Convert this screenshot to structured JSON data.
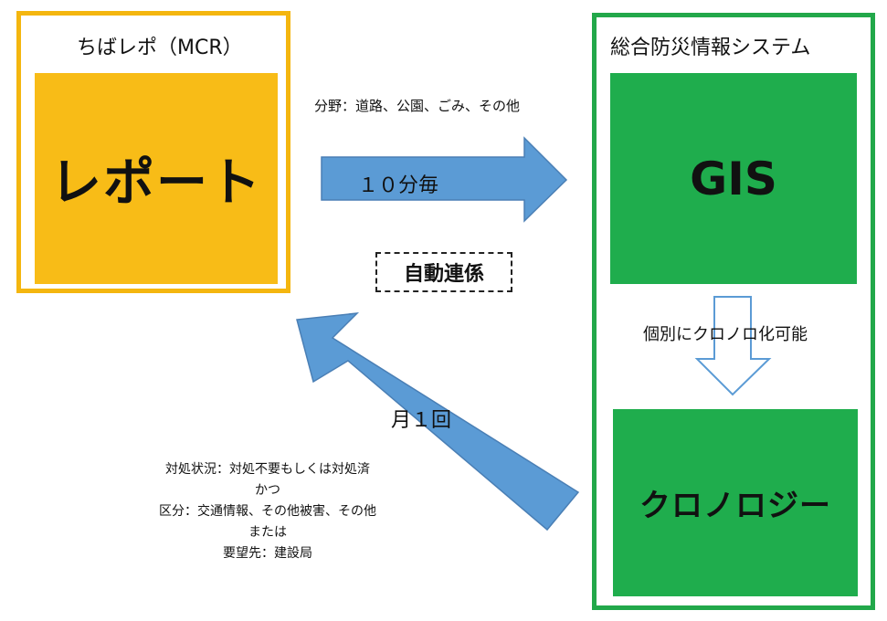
{
  "left_system": {
    "title": "ちばレポ（MCR）",
    "box_label": "レポート",
    "frame_color": "#f4b60f",
    "fill_color": "#f8bc17"
  },
  "right_system": {
    "title": "総合防災情報システム",
    "gis_label": "GIS",
    "chronology_label": "クロノロジー",
    "frame_color": "#22a84a",
    "fill_color": "#1fad4d"
  },
  "arrow_to_gis": {
    "field_label": "分野：道路、公園、ごみ、その他",
    "interval_label": "１０分毎",
    "color": "#5b9bd5"
  },
  "auto_link_label": "自動連係",
  "gis_to_chronology": {
    "label": "個別にクロノロ化可能"
  },
  "arrow_to_report": {
    "interval_label": "月１回",
    "conditions": [
      "対処状況：対処不要もしくは対処済",
      "かつ",
      "区分：交通情報、その他被害、その他",
      "または",
      "要望先：建設局"
    ],
    "color": "#5b9bd5"
  }
}
